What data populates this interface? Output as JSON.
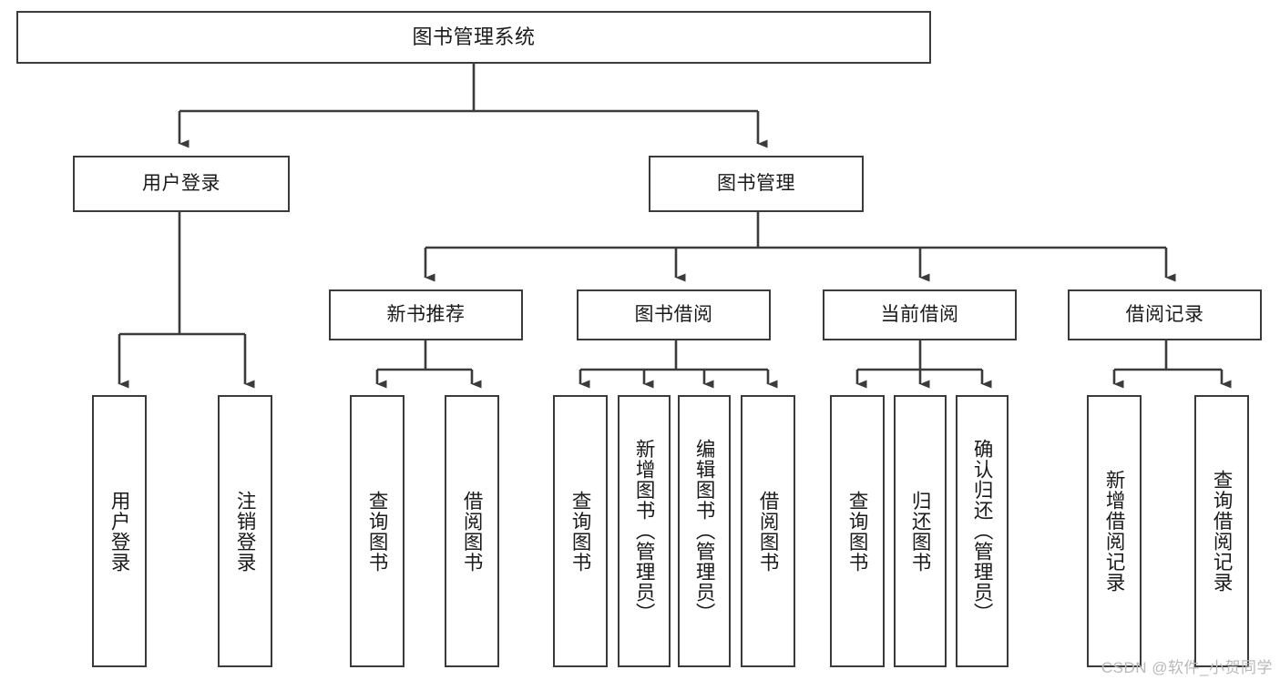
{
  "diagram": {
    "title": "图书管理系统",
    "type": "tree-hierarchy-chart",
    "watermark": "CSDN @软件_小贺同学",
    "colors": {
      "stroke": "#3b3b3b",
      "background": "#ffffff",
      "text": "#1a1a1a",
      "watermark": "#b9b9b9"
    },
    "root": {
      "label": "图书管理系统"
    },
    "level2": [
      {
        "label": "用户登录"
      },
      {
        "label": "图书管理"
      }
    ],
    "level3": [
      {
        "label": "新书推荐"
      },
      {
        "label": "图书借阅"
      },
      {
        "label": "当前借阅"
      },
      {
        "label": "借阅记录"
      }
    ],
    "leaves": {
      "user_login": [
        {
          "label": "用户登录"
        },
        {
          "label": "注销登录"
        }
      ],
      "new_book_recommend": [
        {
          "label": "查询图书"
        },
        {
          "label": "借阅图书"
        }
      ],
      "book_borrow": [
        {
          "label": "查询图书"
        },
        {
          "label": "新增图书（管理员）"
        },
        {
          "label": "编辑图书（管理员）"
        },
        {
          "label": "借阅图书"
        }
      ],
      "current_borrow": [
        {
          "label": "查询图书"
        },
        {
          "label": "归还图书"
        },
        {
          "label": "确认归还（管理员）"
        }
      ],
      "borrow_record": [
        {
          "label": "新增借阅记录"
        },
        {
          "label": "查询借阅记录"
        }
      ]
    }
  }
}
